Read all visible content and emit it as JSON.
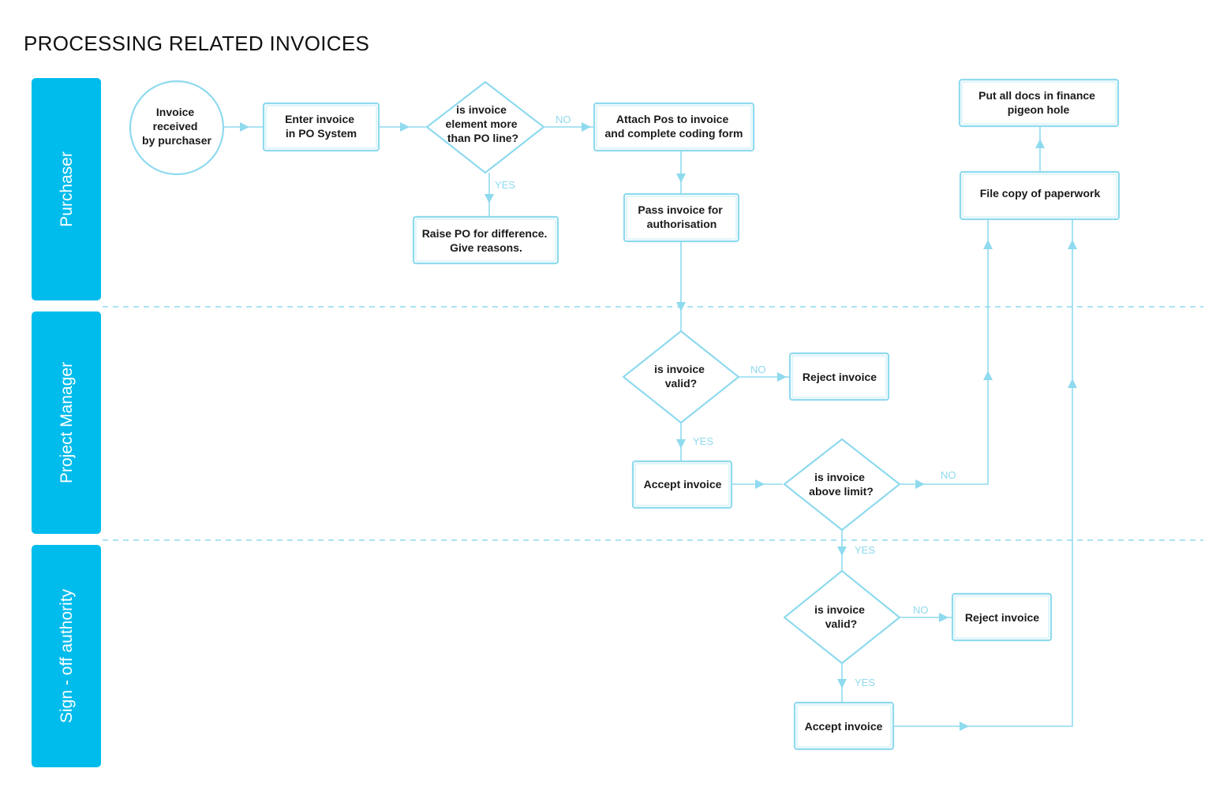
{
  "title": "PROCESSING RELATED INVOICES",
  "lanes": {
    "purchaser": "Purchaser",
    "project_manager": "Project Manager",
    "sign_off": "Sign - off authority"
  },
  "nodes": {
    "invoice_received": [
      "Invoice",
      "received",
      "by purchaser"
    ],
    "enter_invoice": [
      "Enter invoice",
      "in PO System"
    ],
    "decision_element": [
      "is invoice",
      "element more",
      "than PO line?"
    ],
    "attach_pos": [
      "Attach Pos to invoice",
      "and complete coding form"
    ],
    "raise_po": [
      "Raise PO for  difference.",
      "Give reasons."
    ],
    "pass_invoice": [
      "Pass invoice for",
      "authorisation"
    ],
    "file_copy": [
      "File copy of paperwork"
    ],
    "put_all_docs": [
      "Put all docs in finance",
      "pigeon hole"
    ],
    "pm_valid": [
      "is invoice",
      "valid?"
    ],
    "pm_reject": [
      "Reject invoice"
    ],
    "pm_accept": [
      "Accept invoice"
    ],
    "above_limit": [
      "is invoice",
      "above limit?"
    ],
    "so_valid": [
      "is invoice",
      "valid?"
    ],
    "so_reject": [
      "Reject invoice"
    ],
    "so_accept": [
      "Accept invoice"
    ]
  },
  "edge_labels": {
    "element_no": "NO",
    "element_yes": "YES",
    "pm_valid_no": "NO",
    "pm_valid_yes": "YES",
    "above_limit_no": "NO",
    "above_limit_yes": "YES",
    "so_valid_no": "NO",
    "so_valid_yes": "YES"
  },
  "colors": {
    "lane_fill": "#00bcec",
    "line": "#8fdaee",
    "text": "#1a1a1a"
  }
}
